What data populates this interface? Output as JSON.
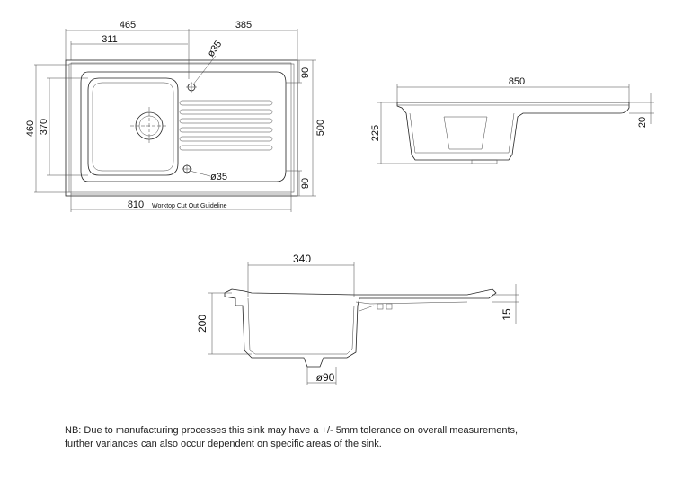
{
  "top_view": {
    "dim_465": "465",
    "dim_385": "385",
    "dim_311": "311",
    "dim_460": "460",
    "dim_370": "370",
    "dim_500": "500",
    "dim_90_top": "90",
    "dim_90_bottom": "90",
    "dim_810": "810",
    "worktop_label": "Worktop Cut Out Guideline",
    "tap_hole_top": "ø35",
    "tap_hole_bottom": "ø35"
  },
  "side_view": {
    "dim_850": "850",
    "dim_225": "225",
    "dim_20": "20"
  },
  "section_view": {
    "dim_340": "340",
    "dim_200": "200",
    "dim_15": "15",
    "dim_waste": "ø90"
  },
  "note": {
    "line1": "NB: Due to manufacturing processes this sink may have a +/- 5mm tolerance on overall measurements,",
    "line2": "further variances can also occur dependent on specific areas of the sink."
  }
}
